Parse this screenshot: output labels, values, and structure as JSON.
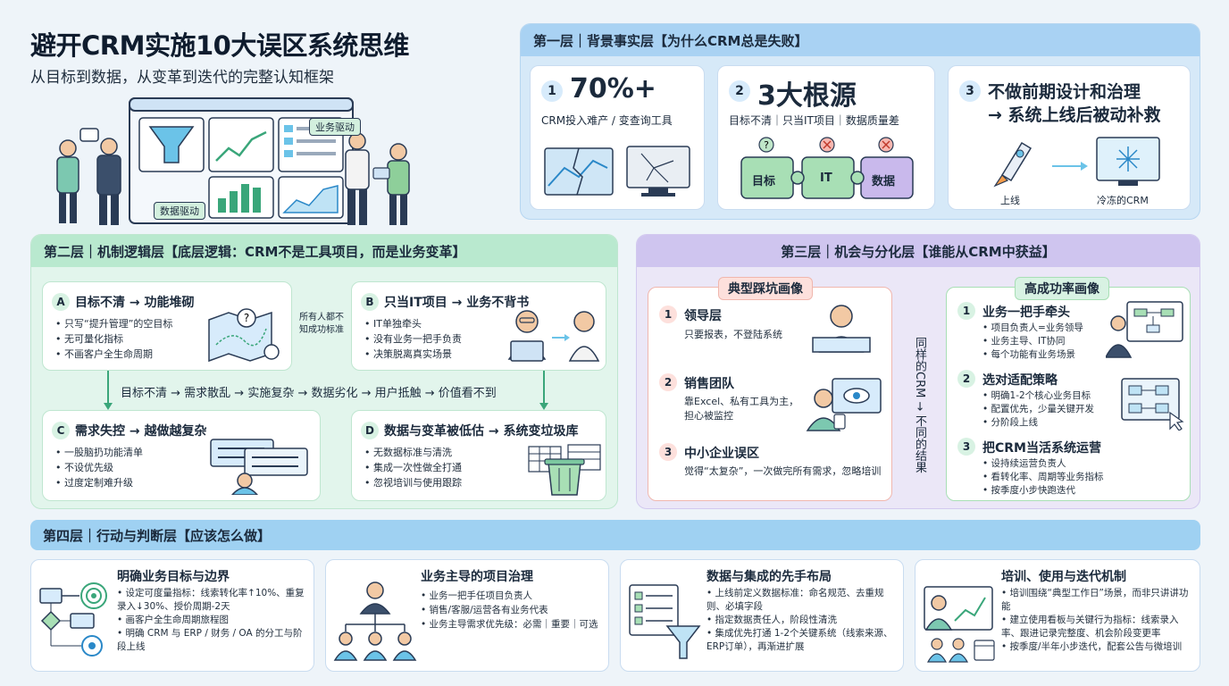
{
  "header": {
    "title": "避开CRM实施10大误区系统思维",
    "subtitle": "从目标到数据，从变革到迭代的完整认知框架",
    "tag_business": "业务驱动",
    "tag_data": "数据驱动"
  },
  "layer1": {
    "title": "第一层｜背景事实层【为什么CRM总是失败】",
    "cards": [
      {
        "num": "1",
        "headline": "70%+",
        "desc": "CRM投入难产 / 变查询工具"
      },
      {
        "num": "2",
        "headline": "3大根源",
        "desc": "目标不清｜只当IT项目｜数据质量差",
        "pieces": [
          "目标",
          "IT",
          "数据"
        ]
      },
      {
        "num": "3",
        "headline": "不做前期设计和治理",
        "headline2": "→ 系统上线后被动补救",
        "label_left": "上线",
        "label_right": "冷冻的CRM"
      }
    ]
  },
  "layer2": {
    "title": "第二层｜机制逻辑层【底层逻辑：CRM不是工具项目，而是业务变革】",
    "A": {
      "badge": "A",
      "title": "目标不清 → 功能堆砌",
      "items": [
        "只写“提升管理”的空目标",
        "无可量化指标",
        "不画客户全生命周期"
      ]
    },
    "B": {
      "badge": "B",
      "title": "只当IT项目 → 业务不背书",
      "items": [
        "IT单独牵头",
        "没有业务一把手负责",
        "决策脱离真实场景"
      ]
    },
    "C": {
      "badge": "C",
      "title": "需求失控 → 越做越复杂",
      "items": [
        "一股脑扔功能清单",
        "不设优先级",
        "过度定制难升级"
      ]
    },
    "D": {
      "badge": "D",
      "title": "数据与变革被低估 → 系统变垃圾库",
      "items": [
        "无数据标准与清洗",
        "集成一次性做全打通",
        "忽视培训与使用跟踪"
      ]
    },
    "side_note": "所有人都不知成功标准",
    "chain": "目标不清 → 需求散乱 → 实施复杂 → 数据劣化 → 用户抵触 → 价值看不到"
  },
  "layer3": {
    "title": "第三层｜机会与分化层【谁能从CRM中获益】",
    "pit_title": "典型踩坑画像",
    "pits": [
      {
        "num": "1",
        "title": "领导层",
        "desc": "只要报表，不登陆系统"
      },
      {
        "num": "2",
        "title": "销售团队",
        "desc": "靠Excel、私有工具为主，担心被监控"
      },
      {
        "num": "3",
        "title": "中小企业误区",
        "desc": "觉得“太复杂”，一次做完所有需求，忽略培训"
      }
    ],
    "middle": "同样的CRM → 不同的结果",
    "win_title": "高成功率画像",
    "wins": [
      {
        "num": "1",
        "title": "业务一把手牵头",
        "items": [
          "项目负责人=业务领导",
          "业务主导、IT协同",
          "每个功能有业务场景"
        ]
      },
      {
        "num": "2",
        "title": "选对适配策略",
        "items": [
          "明确1-2个核心业务目标",
          "配置优先，少量关键开发",
          "分阶段上线"
        ]
      },
      {
        "num": "3",
        "title": "把CRM当活系统运营",
        "items": [
          "设持续运营负责人",
          "看转化率、周期等业务指标",
          "按季度小步快跑迭代"
        ]
      }
    ]
  },
  "layer4": {
    "title": "第四层｜行动与判断层【应该怎么做】",
    "cards": [
      {
        "title": "明确业务目标与边界",
        "items": [
          "设定可度量指标：线索转化率↑10%、重复录入↓30%、授价周期-2天",
          "画客户全生命周期旅程图",
          "明确 CRM 与 ERP / 财务 / OA 的分工与阶段上线"
        ]
      },
      {
        "title": "业务主导的项目治理",
        "items": [
          "业务一把手任项目负责人",
          "销售/客服/运营各有业务代表",
          "业务主导需求优先级：必需｜重要｜可选"
        ]
      },
      {
        "title": "数据与集成的先手布局",
        "items": [
          "上线前定义数据标准：命名规范、去重规则、必填字段",
          "指定数据责任人，阶段性清洗",
          "集成优先打通 1-2个关键系统（线索来源、ERP订单），再渐进扩展"
        ]
      },
      {
        "title": "培训、使用与迭代机制",
        "items": [
          "培训围绕“典型工作日”场景，而非只讲讲功能",
          "建立使用看板与关键行为指标：线索录入率、跟进记录完整度、机会阶段变更率",
          "按季度/半年小步迭代，配套公告与微培训"
        ]
      }
    ]
  },
  "colors": {
    "layer1_bg": "#d6e9f8",
    "layer1_head": "#a9d2f3",
    "layer2_bg": "#e2f5ec",
    "layer2_head": "#b9e9cf",
    "layer3_bg": "#ebe7f7",
    "layer3_head": "#cfc5ef",
    "layer4_head": "#9fd1f2",
    "num_blue": "#d7ebfb",
    "num_red": "#fde0dc",
    "num_green": "#d8f2e3"
  }
}
